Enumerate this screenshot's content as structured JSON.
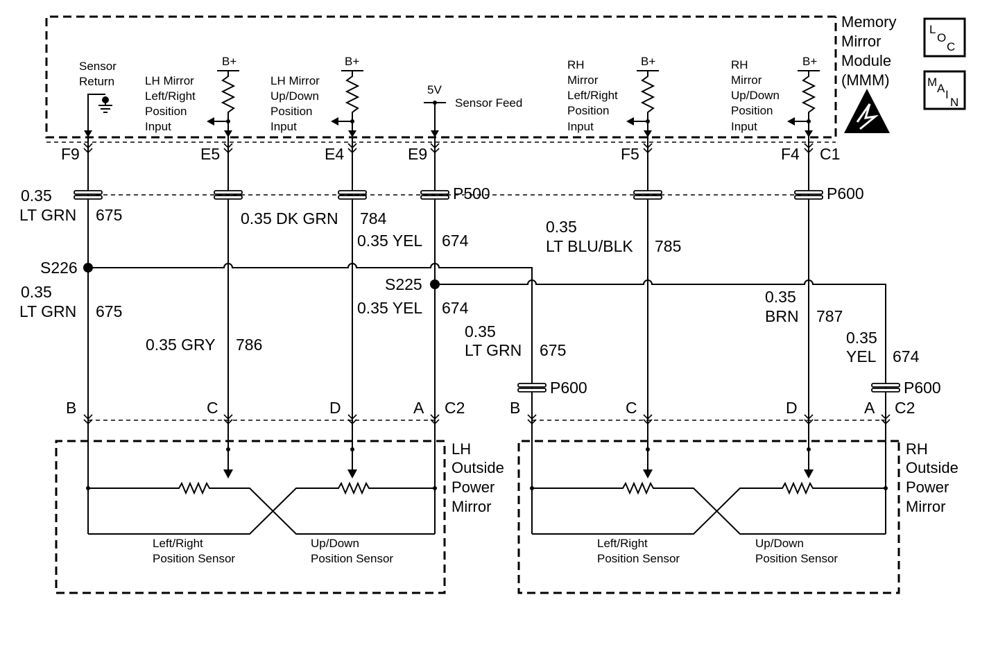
{
  "module": {
    "title_lines": [
      "Memory",
      "Mirror",
      "Module",
      "(MMM)"
    ],
    "loc_symbol": [
      "L",
      "O",
      "C"
    ],
    "main_symbol": [
      "M",
      "A",
      "I",
      "N"
    ],
    "esd_icon": "esd-warning-icon"
  },
  "inputs": {
    "sensor_return": [
      "Sensor",
      "Return"
    ],
    "lh_lr": [
      "LH Mirror",
      "Left/Right",
      "Position",
      "Input"
    ],
    "lh_ud": [
      "LH Mirror",
      "Up/Down",
      "Position",
      "Input"
    ],
    "sensor_feed": {
      "voltage": "5V",
      "label": "Sensor Feed"
    },
    "rh_lr": [
      "RH",
      "Mirror",
      "Left/Right",
      "Position",
      "Input"
    ],
    "rh_ud": [
      "RH",
      "Mirror",
      "Up/Down",
      "Position",
      "Input"
    ],
    "bplus": "B+"
  },
  "module_pins": {
    "f9": "F9",
    "e5": "E5",
    "e4": "E4",
    "e9": "E9",
    "f5": "F5",
    "f4": "F4",
    "c1": "C1"
  },
  "connectors": {
    "p500": "P500",
    "p600": "P600"
  },
  "splices": {
    "s226": "S226",
    "s225": "S225"
  },
  "wires": {
    "w675_top": {
      "gauge": "0.35",
      "color": "LT GRN",
      "circuit": "675"
    },
    "w784": {
      "label": "0.35 DK GRN",
      "circuit": "784"
    },
    "w674_top": {
      "label": "0.35 YEL",
      "circuit": "674"
    },
    "w785": {
      "gauge": "0.35",
      "color": "LT BLU/BLK",
      "circuit": "785"
    },
    "w675_mid": {
      "gauge": "0.35",
      "color": "LT GRN",
      "circuit": "675"
    },
    "w786": {
      "label": "0.35 GRY",
      "circuit": "786"
    },
    "w674_mid": {
      "label": "0.35 YEL",
      "circuit": "674"
    },
    "w675_rh": {
      "gauge": "0.35",
      "color": "LT GRN",
      "circuit": "675"
    },
    "w787": {
      "gauge": "0.35",
      "color": "BRN",
      "circuit": "787"
    },
    "w674_rh": {
      "gauge": "0.35",
      "color": "YEL",
      "circuit": "674"
    }
  },
  "mirror_pins": {
    "b": "B",
    "c": "C",
    "d": "D",
    "a": "A",
    "c2": "C2"
  },
  "lh_mirror": {
    "title_lines": [
      "LH",
      "Outside",
      "Power",
      "Mirror"
    ],
    "lr_sensor": [
      "Left/Right",
      "Position Sensor"
    ],
    "ud_sensor": [
      "Up/Down",
      "Position Sensor"
    ]
  },
  "rh_mirror": {
    "title_lines": [
      "RH",
      "Outside",
      "Power",
      "Mirror"
    ],
    "lr_sensor": [
      "Left/Right",
      "Position Sensor"
    ],
    "ud_sensor": [
      "Up/Down",
      "Position Sensor"
    ]
  }
}
